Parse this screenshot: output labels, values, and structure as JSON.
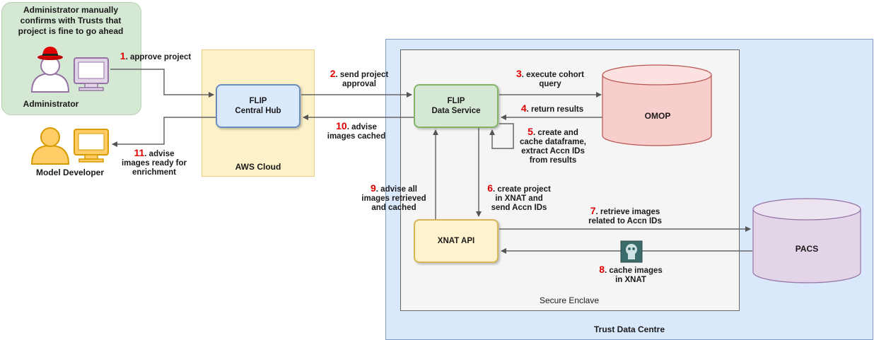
{
  "admin_note": "Administrator manually confirms with Trusts that project is fine to go ahead",
  "actors": {
    "administrator": "Administrator",
    "model_developer": "Model Developer"
  },
  "zones": {
    "aws": "AWS Cloud",
    "tdc": "Trust Data Centre",
    "enclave": "Secure Enclave"
  },
  "nodes": {
    "hub_line1": "FLIP",
    "hub_line2": "Central Hub",
    "fds_line1": "FLIP",
    "fds_line2": "Data Service",
    "xnat": "XNAT API",
    "omop": "OMOP",
    "pacs": "PACS"
  },
  "steps": [
    {
      "n": "1",
      "l1": ". approve project",
      "l2": "",
      "l3": ""
    },
    {
      "n": "2",
      "l1": ". send project",
      "l2": "approval",
      "l3": ""
    },
    {
      "n": "3",
      "l1": ". execute cohort",
      "l2": "query",
      "l3": ""
    },
    {
      "n": "4",
      "l1": ". return results",
      "l2": "",
      "l3": ""
    },
    {
      "n": "5",
      "l1": ". create and",
      "l2": "cache dataframe,",
      "l3": "extract Accn IDs",
      "l4": "from results"
    },
    {
      "n": "6",
      "l1": ". create project",
      "l2": "in XNAT and",
      "l3": "send Accn IDs"
    },
    {
      "n": "7",
      "l1": ". retrieve images",
      "l2": "related to Accn IDs",
      "l3": ""
    },
    {
      "n": "8",
      "l1": ". cache images",
      "l2": "in XNAT",
      "l3": ""
    },
    {
      "n": "9",
      "l1": ". advise all",
      "l2": "images retrieved",
      "l3": "and cached"
    },
    {
      "n": "10",
      "l1": ". advise",
      "l2": "images cached",
      "l3": ""
    },
    {
      "n": "11",
      "l1": ". advise",
      "l2": "images ready for",
      "l3": "enrichment"
    }
  ],
  "colors": {
    "step_number": "#e00000",
    "hub_fill": "#dae8fc",
    "fds_fill": "#d5e8d4",
    "xnat_fill": "#fff2cc",
    "omop_fill": "#f8cecc",
    "pacs_fill": "#e1d5e7"
  }
}
